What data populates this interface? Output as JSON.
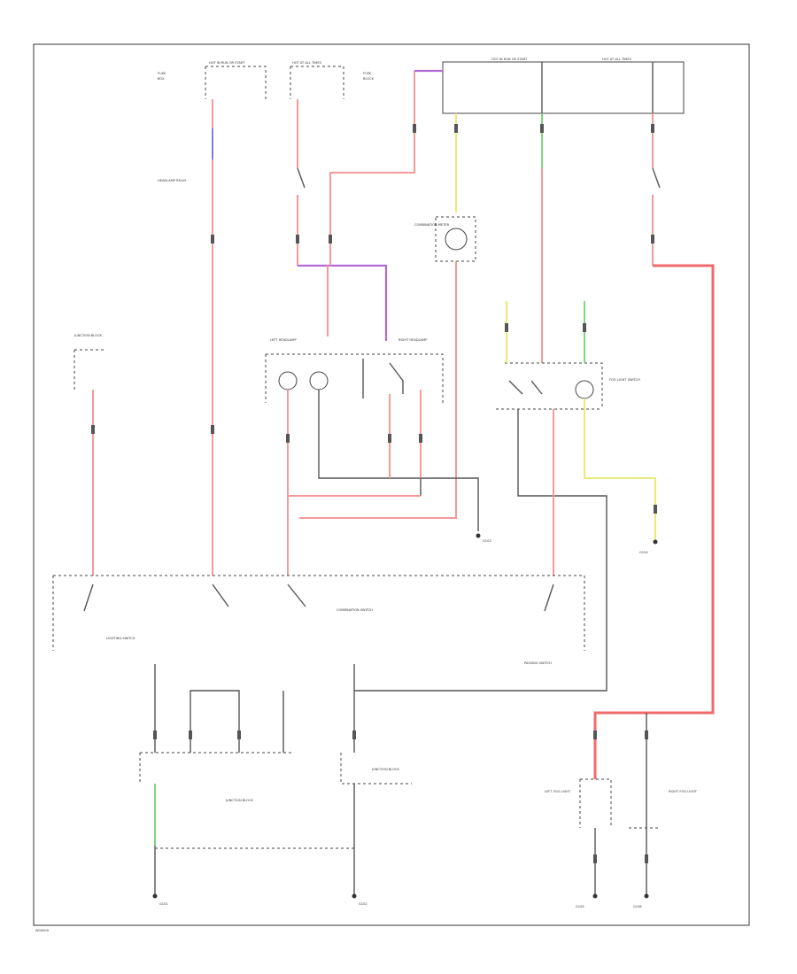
{
  "diagram": {
    "top_labels": {
      "hot_fuse_1": "HOT IN RUN OR START",
      "hot_fuse_2": "HOT AT ALL TIMES",
      "hot_fuse_3": "HOT IN RUN OR START",
      "hot_fuse_4": "HOT AT ALL TIMES"
    },
    "components": {
      "left_junction": "JUNCTION BLOCK",
      "headlamp_relay": "HEADLAMP RELAY",
      "combination_meter": "COMBINATION METER",
      "lamp_left": "LEFT HEADLAMP",
      "lamp_right": "RIGHT HEADLAMP",
      "fog_switch": "FOG LIGHT SWITCH",
      "combination_switch": "COMBINATION SWITCH",
      "lighting_switch": "LIGHTING SWITCH",
      "passing_switch": "PASSING SWITCH",
      "bottom_junction_left": "JUNCTION BLOCK",
      "bottom_junction_right": "JUNCTION BLOCK",
      "left_fog": "LEFT FOG LIGHT",
      "right_fog": "RIGHT FOG LIGHT"
    },
    "grounds": {
      "g1": "G101",
      "g2": "G102",
      "g3": "G103",
      "g4": "G104",
      "g5": "G105",
      "g6": "G106"
    },
    "footer_code": "W00000"
  }
}
